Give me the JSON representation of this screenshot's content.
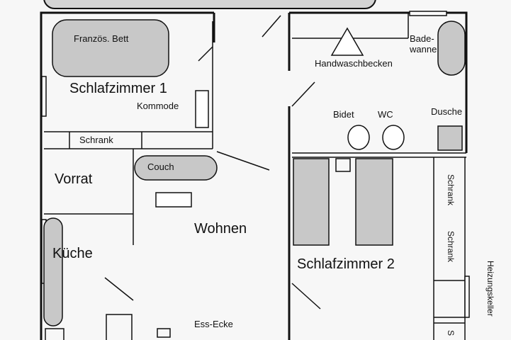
{
  "plan": {
    "rooms": {
      "schlafzimmer1": "Schlafzimmer 1",
      "vorrat": "Vorrat",
      "kueche": "Küche",
      "wohnen": "Wohnen",
      "schlafzimmer2": "Schlafzimmer 2"
    },
    "furniture": {
      "bett": "Französ. Bett",
      "kommode": "Kommode",
      "schrank": "Schrank",
      "couch": "Couch",
      "handwaschbecken": "Handwaschbecken",
      "badewanne_1": "Bade-",
      "badewanne_2": "wanne",
      "bidet": "Bidet",
      "wc": "WC",
      "dusche": "Dusche",
      "schrank_v1": "Schrank",
      "schrank_v2": "Schrank",
      "ess_ecke": "Ess-Ecke",
      "heizungskeller": "Heizungskeller",
      "cut_s": "S"
    },
    "colors": {
      "fixture_fill": "#c8c8c8",
      "wall": "#111111"
    }
  }
}
